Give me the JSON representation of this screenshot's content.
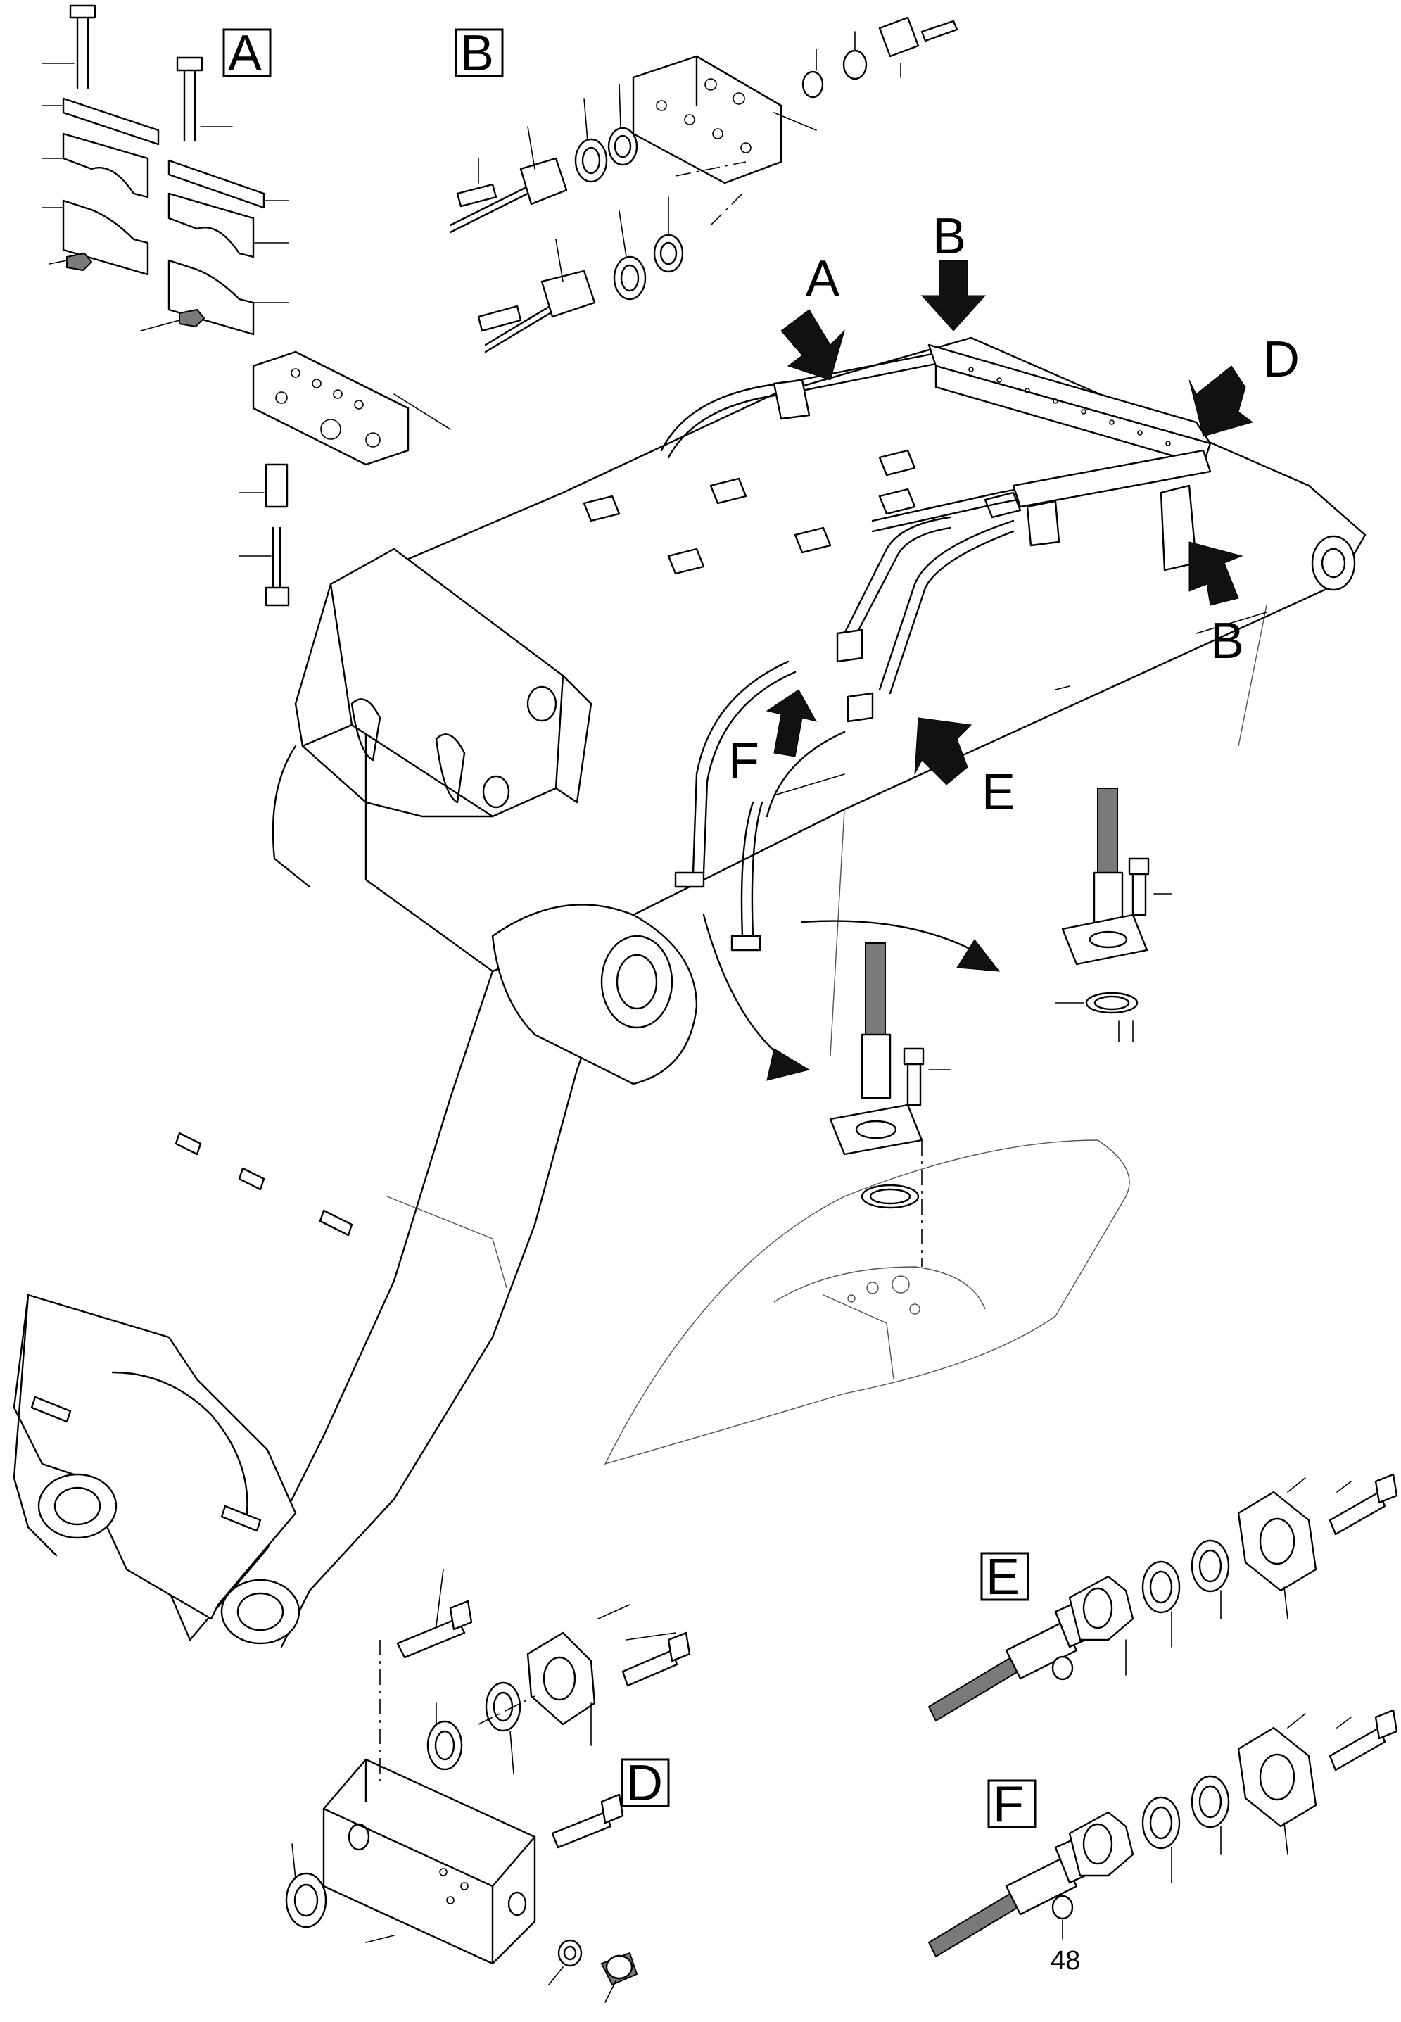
{
  "boxed_labels": {
    "a": "A",
    "b": "B",
    "d": "D",
    "e": "E",
    "f": "F"
  },
  "arrow_labels": {
    "a": "A",
    "b_top": "B",
    "b_right": "B",
    "d": "D",
    "e": "E",
    "f": "F"
  },
  "part_number": "48"
}
